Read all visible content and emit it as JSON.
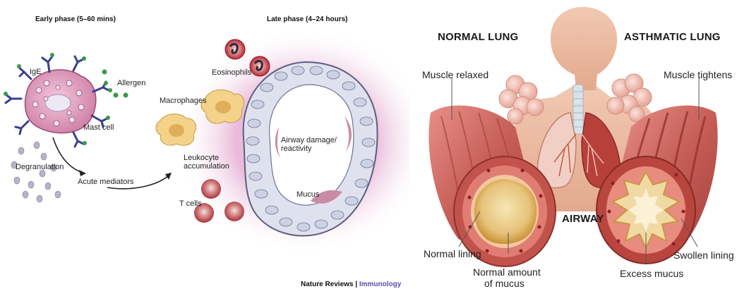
{
  "left_panel": {
    "early_phase": "Early phase (5–60 mins)",
    "late_phase": "Late phase (4–24 hours)",
    "ige": "IgE",
    "allergen": "Allergen",
    "mast_cell": "Mast cell",
    "degranulation": "Degranulation",
    "acute_mediators": "Acute mediators",
    "eosinophils": "Eosinophils",
    "macrophages": "Macrophages",
    "leukocyte_accumulation_1": "Leukocyte",
    "leukocyte_accumulation_2": "accumulation",
    "t_cells": "T cells",
    "airway_damage_1": "Airway damage/",
    "airway_damage_2": "reactivity",
    "mucus": "Mucus",
    "credit_journal": "Nature Reviews",
    "credit_sep": " | ",
    "credit_field": "Immunology"
  },
  "right_panel": {
    "normal_lung": "NORMAL LUNG",
    "asthmatic_lung": "ASTHMATIC LUNG",
    "muscle_relaxed": "Muscle relaxed",
    "muscle_tightens": "Muscle tightens",
    "airway": "AIRWAY",
    "normal_lining": "Normal lining",
    "normal_amount_1": "Normal amount",
    "normal_amount_2": "of mucus",
    "excess_mucus": "Excess mucus",
    "swollen_lining": "Swollen lining"
  },
  "colors": {
    "mast_cell": "#d88fb0",
    "allergen": "#3a9a4a",
    "antibody": "#3b3f8f",
    "airway_epithelium": "#c9cde0",
    "mucus": "#c98aa6",
    "muscle": "#c9645e",
    "mucus_yellow": "#e0b04a",
    "lung": "#c0503c",
    "skin": "#e8b8a0"
  }
}
